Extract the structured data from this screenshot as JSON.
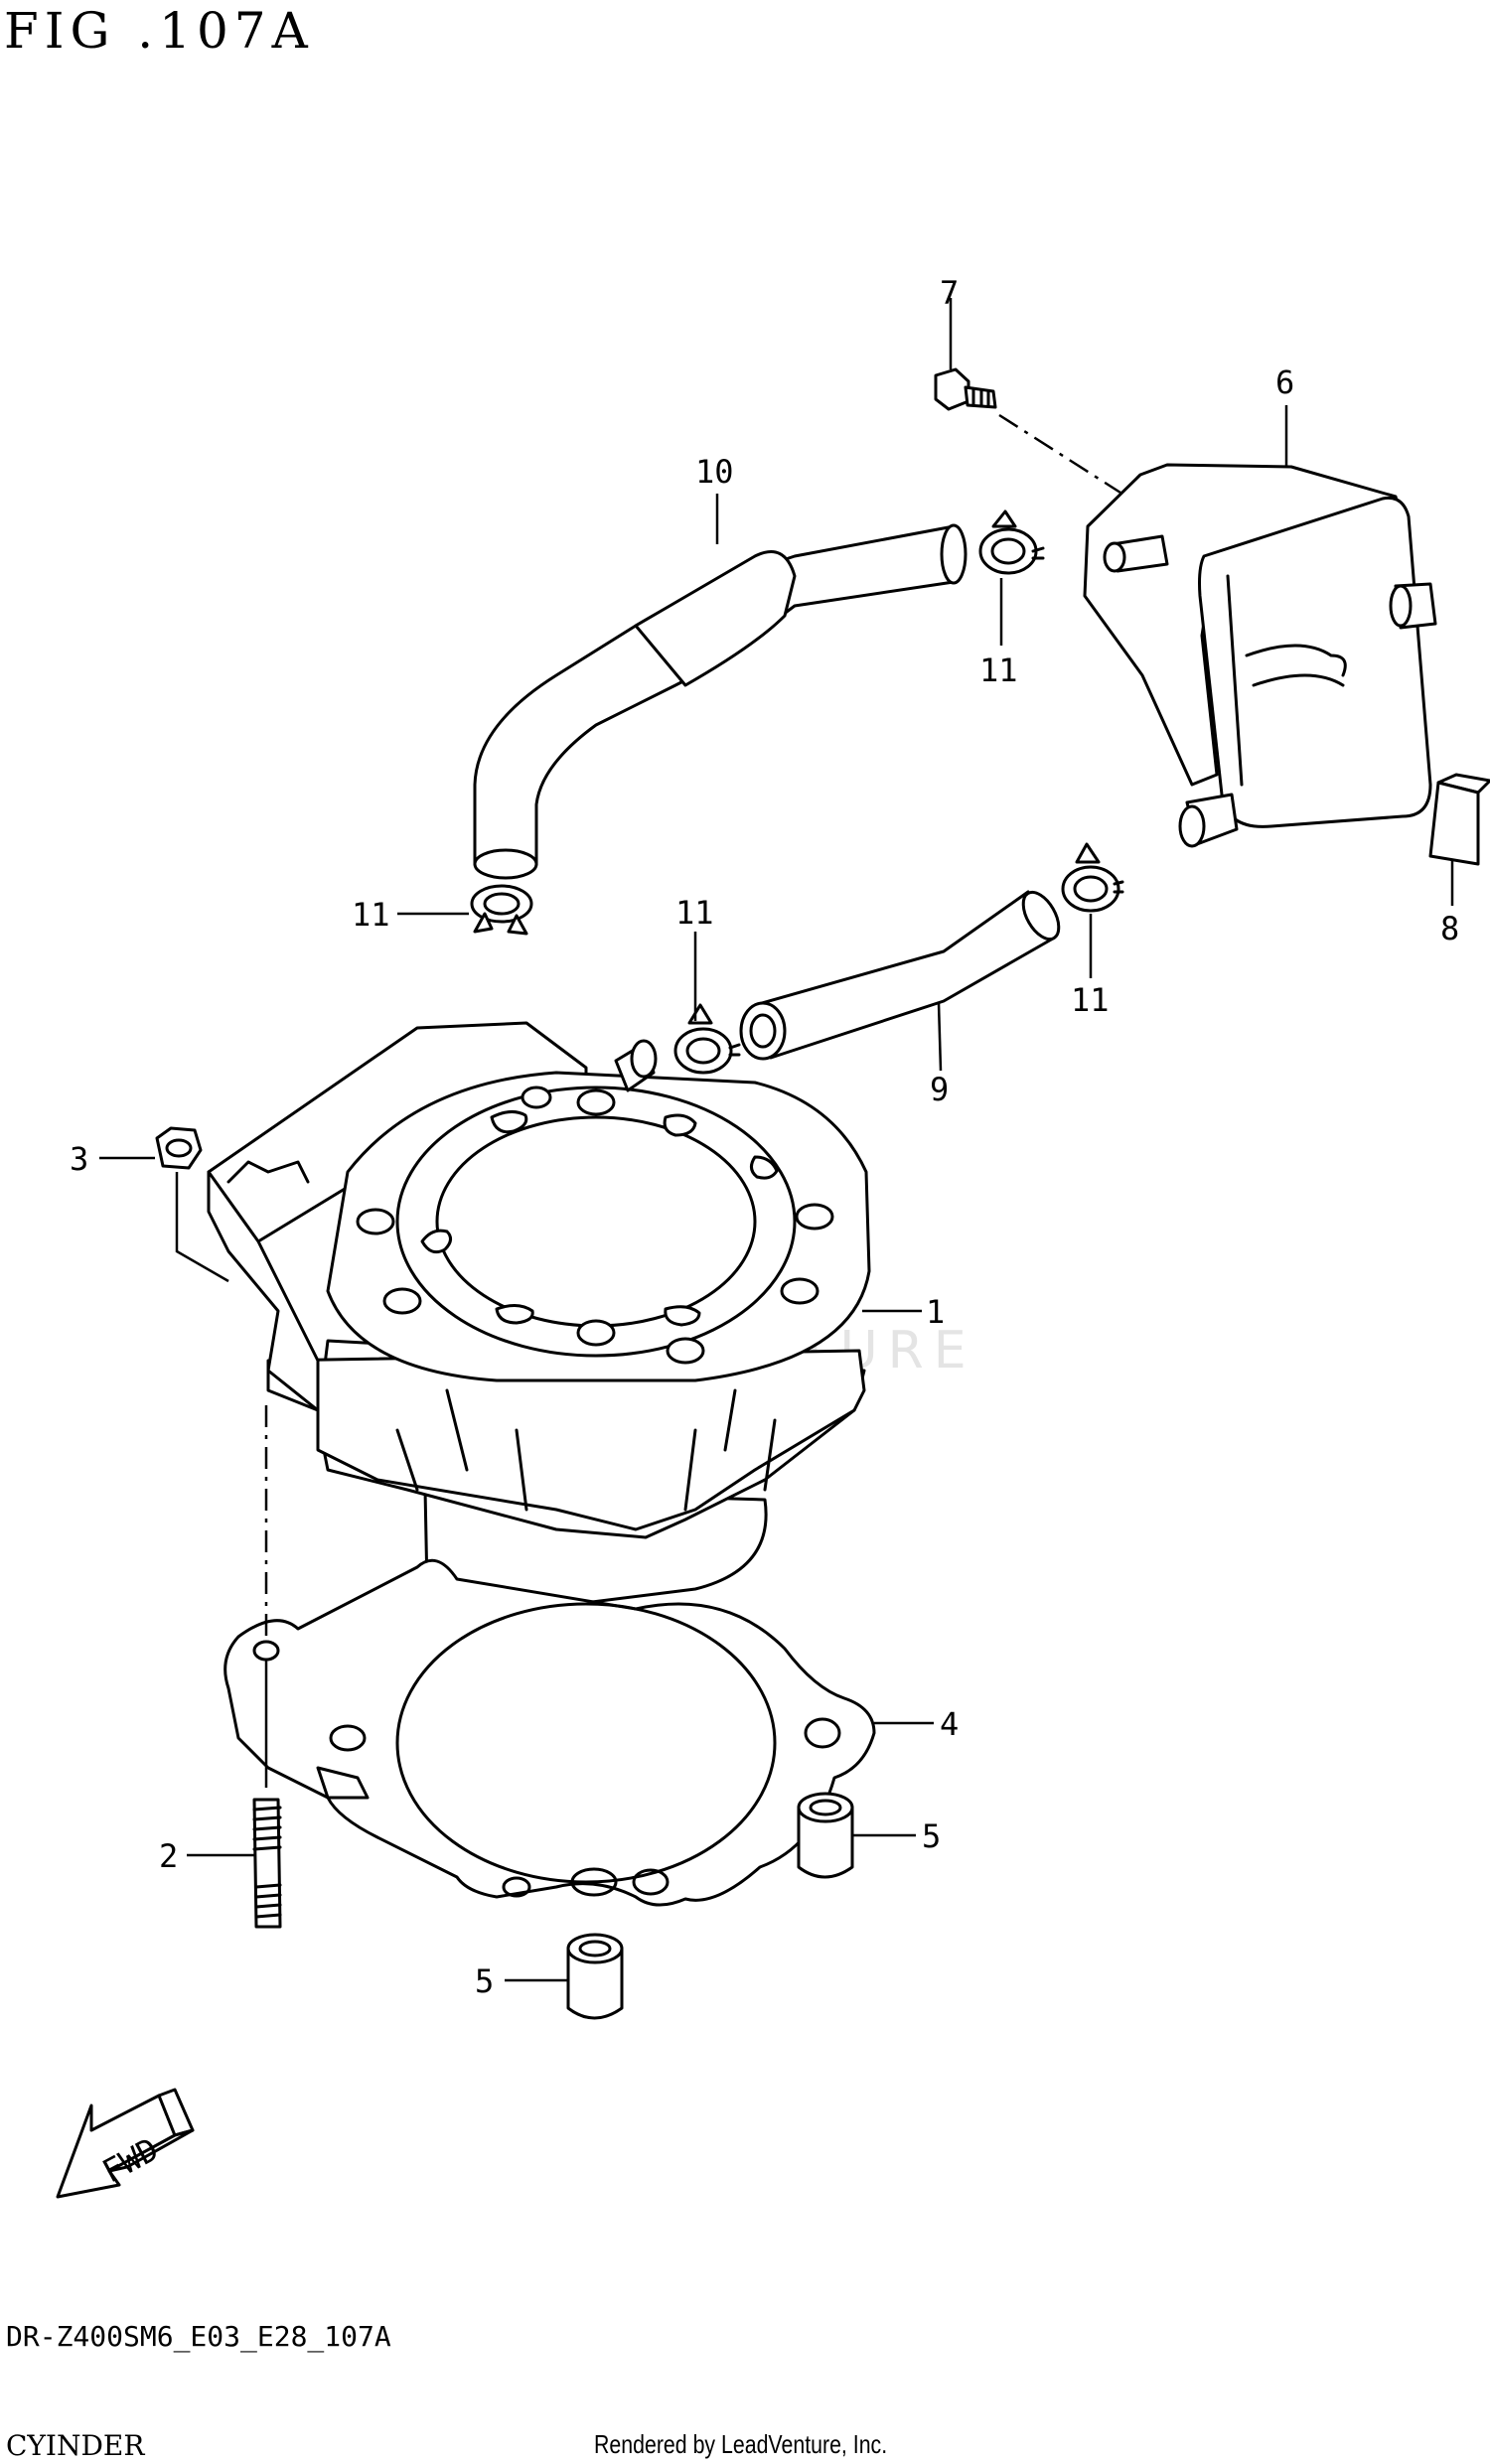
{
  "figure": {
    "title": "FIG .107A",
    "model_code": "DR-Z400SM6_E03_E28_107A",
    "section_name": "CYINDER",
    "rendered_by": "Rendered by LeadVenture, Inc.",
    "watermark": "LEADVENTURE",
    "fwd_label": "FWD"
  },
  "callouts": {
    "c1": "1",
    "c2": "2",
    "c3": "3",
    "c4": "4",
    "c5a": "5",
    "c5b": "5",
    "c6": "6",
    "c7": "7",
    "c8": "8",
    "c9": "9",
    "c10": "10",
    "c11a": "11",
    "c11b": "11",
    "c11c": "11",
    "c11d": "11"
  }
}
